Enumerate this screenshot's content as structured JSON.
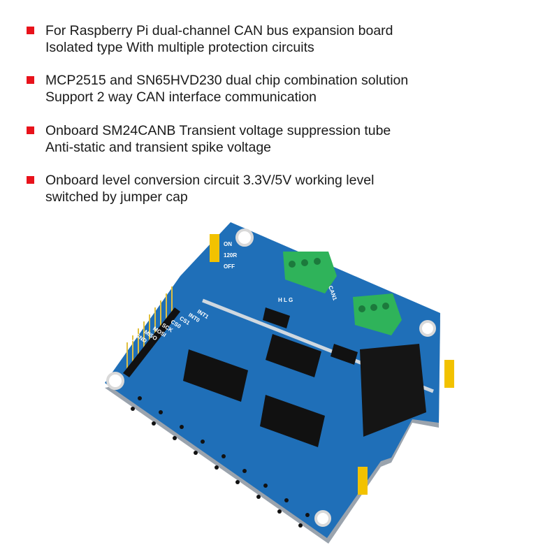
{
  "features": [
    {
      "line1": "For Raspberry Pi dual-channel CAN bus expansion board",
      "line2": "Isolated type With multiple protection circuits"
    },
    {
      "line1": "MCP2515 and SN65HVD230 dual chip combination solution",
      "line2": "Support 2 way CAN interface communication"
    },
    {
      "line1": "Onboard SM24CANB Transient voltage suppression tube",
      "line2": "Anti-static and transient spike voltage"
    },
    {
      "line1": "Onboard level conversion circuit 3.3V/5V working level",
      "line2": "switched by jumper cap"
    }
  ],
  "colors": {
    "bullet": "#e8121b",
    "board": "#1f6fb8",
    "terminal": "#2fb35a",
    "jumper": "#f2c200",
    "chip": "#111111"
  },
  "board": {
    "pin_labels": [
      "INT1",
      "INT0",
      "CS1",
      "CS0",
      "SCK",
      "MOSI",
      "MISO",
      "GND",
      "5V"
    ],
    "can_label": "CAN1",
    "jumper_labels": [
      "ON",
      "120R",
      "OFF"
    ],
    "terminal_pins": "H L G"
  }
}
